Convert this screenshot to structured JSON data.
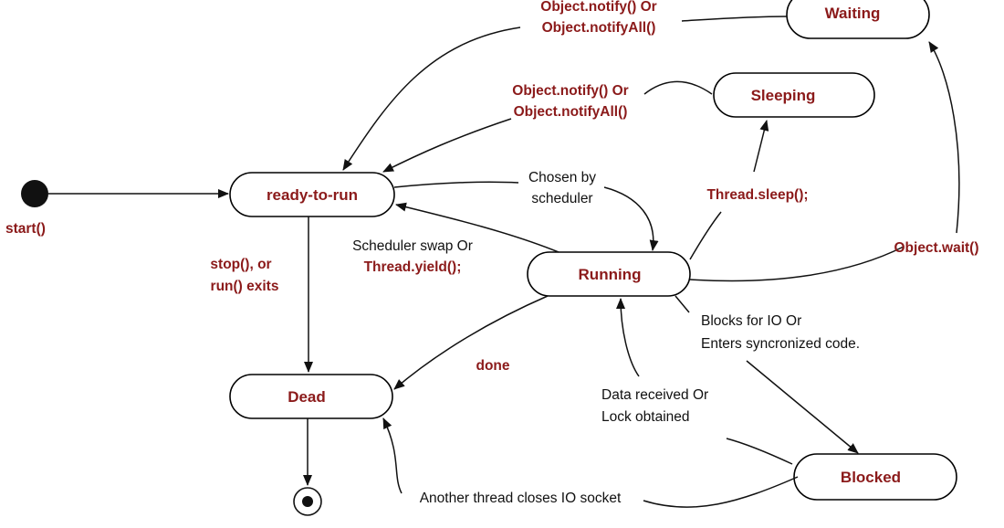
{
  "states": {
    "waiting": "Waiting",
    "sleeping": "Sleeping",
    "ready": "ready-to-run",
    "running": "Running",
    "dead": "Dead",
    "blocked": "Blocked"
  },
  "labels": {
    "start": "start()",
    "notify_waiting_1": "Object.notify() Or",
    "notify_waiting_2": "Object.notifyAll()",
    "notify_sleeping_1": "Object.notify() Or",
    "notify_sleeping_2": "Object.notifyAll()",
    "chosen_1": "Chosen by",
    "chosen_2": "scheduler",
    "thread_sleep": "Thread.sleep();",
    "object_wait": "Object.wait()",
    "swap_1": "Scheduler swap Or",
    "swap_2": "Thread.yield();",
    "stop_1": "stop(), or",
    "stop_2": "run() exits",
    "done": "done",
    "blocks_1": "Blocks for IO Or",
    "blocks_2": "Enters syncronized code.",
    "data_1": "Data received Or",
    "data_2": "Lock obtained",
    "socket": "Another thread closes IO socket"
  },
  "colors": {
    "label_red": "#8b1a1a",
    "line": "#111111"
  }
}
